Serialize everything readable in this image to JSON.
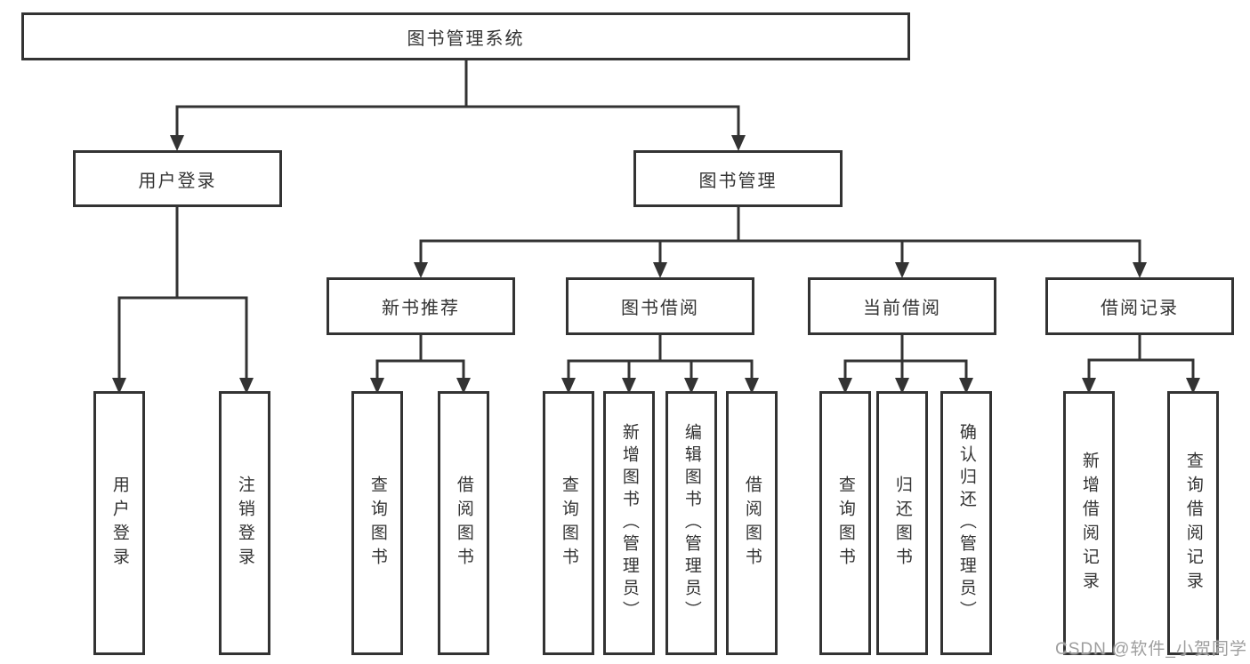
{
  "diagram": {
    "root": {
      "label": "图书管理系统"
    },
    "branches": [
      {
        "label": "用户登录",
        "children": [
          {
            "label": "用户登录"
          },
          {
            "label": "注销登录"
          }
        ]
      },
      {
        "label": "图书管理",
        "children": [
          {
            "label": "新书推荐",
            "children": [
              {
                "label": "查询图书"
              },
              {
                "label": "借阅图书"
              }
            ]
          },
          {
            "label": "图书借阅",
            "children": [
              {
                "label": "查询图书"
              },
              {
                "label": "新增图书（管理员）"
              },
              {
                "label": "编辑图书（管理员）"
              },
              {
                "label": "借阅图书"
              }
            ]
          },
          {
            "label": "当前借阅",
            "children": [
              {
                "label": "查询图书"
              },
              {
                "label": "归还图书"
              },
              {
                "label": "确认归还（管理员）"
              }
            ]
          },
          {
            "label": "借阅记录",
            "children": [
              {
                "label": "新增借阅记录"
              },
              {
                "label": "查询借阅记录"
              }
            ]
          }
        ]
      }
    ],
    "watermark": "CSDN @软件_小贺同学"
  },
  "colors": {
    "line": "#333333",
    "box_border": "#333333",
    "text": "#333333",
    "watermark": "#9e9e9e",
    "background": "#ffffff"
  }
}
